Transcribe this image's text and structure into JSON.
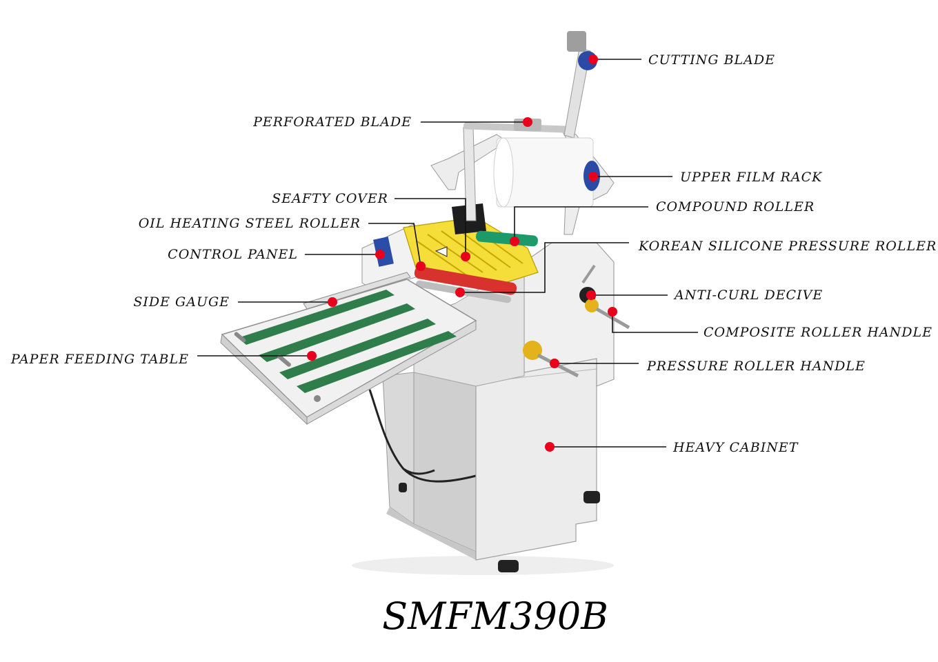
{
  "diagram": {
    "model_name": "SMFM390B",
    "marker_color": "#e8001c",
    "callouts": [
      {
        "id": "cutting-blade",
        "label": "CUTTING BLADE"
      },
      {
        "id": "perforated-blade",
        "label": "PERFORATED BLADE"
      },
      {
        "id": "upper-film-rack",
        "label": "UPPER FILM RACK"
      },
      {
        "id": "seafty-cover",
        "label": "SEAFTY COVER"
      },
      {
        "id": "compound-roller",
        "label": "COMPOUND ROLLER"
      },
      {
        "id": "oil-heating-steel-roller",
        "label": "OIL HEATING STEEL ROLLER"
      },
      {
        "id": "korean-silicone-pressure-roller",
        "label": "KOREAN SILICONE PRESSURE ROLLER"
      },
      {
        "id": "control-panel",
        "label": "CONTROL PANEL"
      },
      {
        "id": "anti-curl-decive",
        "label": "ANTI-CURL DECIVE"
      },
      {
        "id": "side-gauge",
        "label": "SIDE GAUGE"
      },
      {
        "id": "composite-roller-handle",
        "label": "COMPOSITE ROLLER HANDLE"
      },
      {
        "id": "paper-feeding-table",
        "label": "PAPER FEEDING TABLE"
      },
      {
        "id": "pressure-roller-handle",
        "label": "PRESSURE ROLLER HANDLE"
      },
      {
        "id": "heavy-cabinet",
        "label": "HEAVY CABINET"
      }
    ]
  }
}
